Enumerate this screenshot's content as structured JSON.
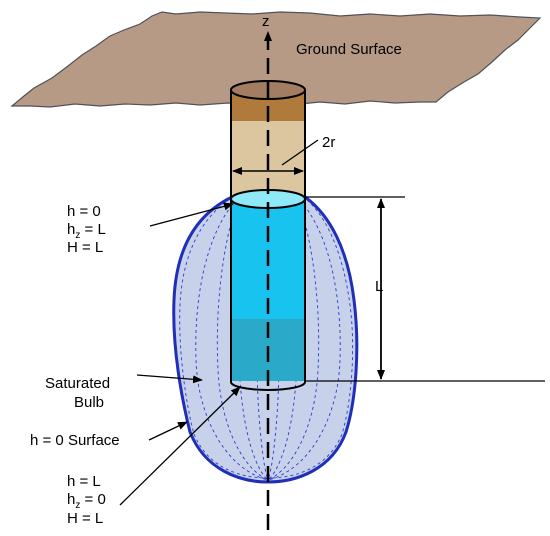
{
  "labels": {
    "ground_surface": "Ground Surface",
    "z_axis": "z",
    "radius": "2r",
    "length": "L",
    "top_condition": {
      "line1": "h = 0",
      "line2_main": "h",
      "line2_sub": "z",
      "line2_rest": " = L",
      "line3": "H = L"
    },
    "saturated_bulb_line1": "Saturated",
    "saturated_bulb_line2": "Bulb",
    "h0_surface": "h = 0 Surface",
    "bottom_condition": {
      "line1": "h = L",
      "line2_main": "h",
      "line2_sub": "z",
      "line2_rest": " = 0",
      "line3": "H = L"
    }
  },
  "colors": {
    "ground": "#b79a86",
    "casing_light": "#dcc6a0",
    "casing_dark": "#b07a3c",
    "water_top": "#8fe9f7",
    "water_column": "#18c3ef",
    "water_lower": "#2aaac8",
    "bulb_fill": "#c7d1ea",
    "bulb_stroke": "#1f2fb8"
  }
}
